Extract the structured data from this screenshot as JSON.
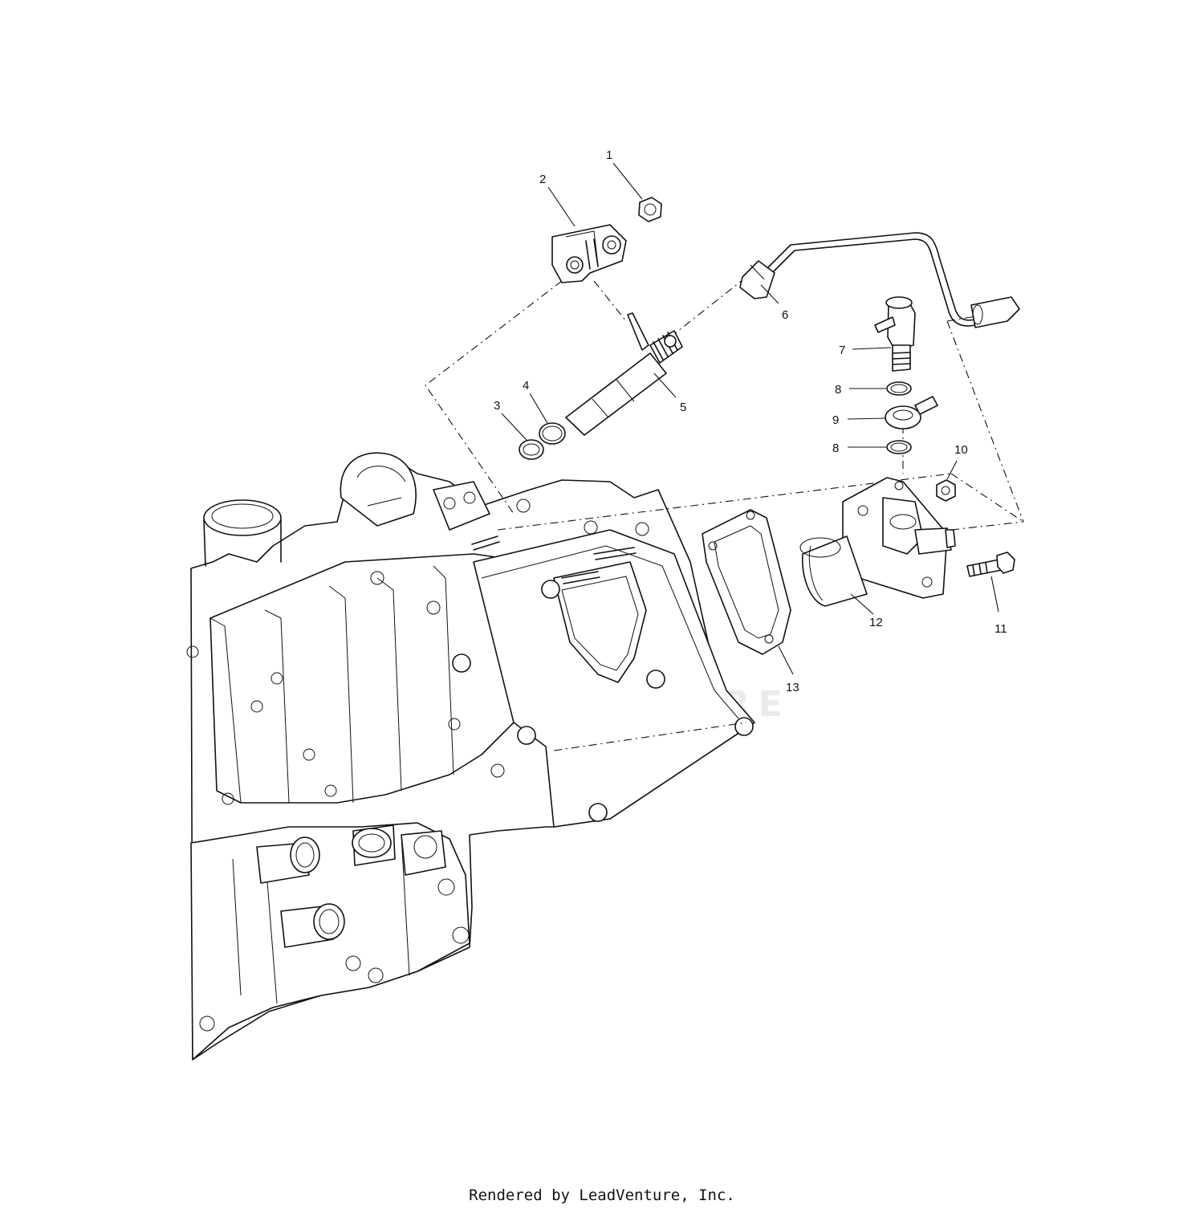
{
  "watermark": "LEADVENTURE",
  "footer": "Rendered by LeadVenture, Inc.",
  "callouts": {
    "c1": "1",
    "c2": "2",
    "c3": "3",
    "c4": "4",
    "c5": "5",
    "c6": "6",
    "c7": "7",
    "c8a": "8",
    "c8b": "8",
    "c9": "9",
    "c10": "10",
    "c11": "11",
    "c12": "12",
    "c13": "13"
  }
}
